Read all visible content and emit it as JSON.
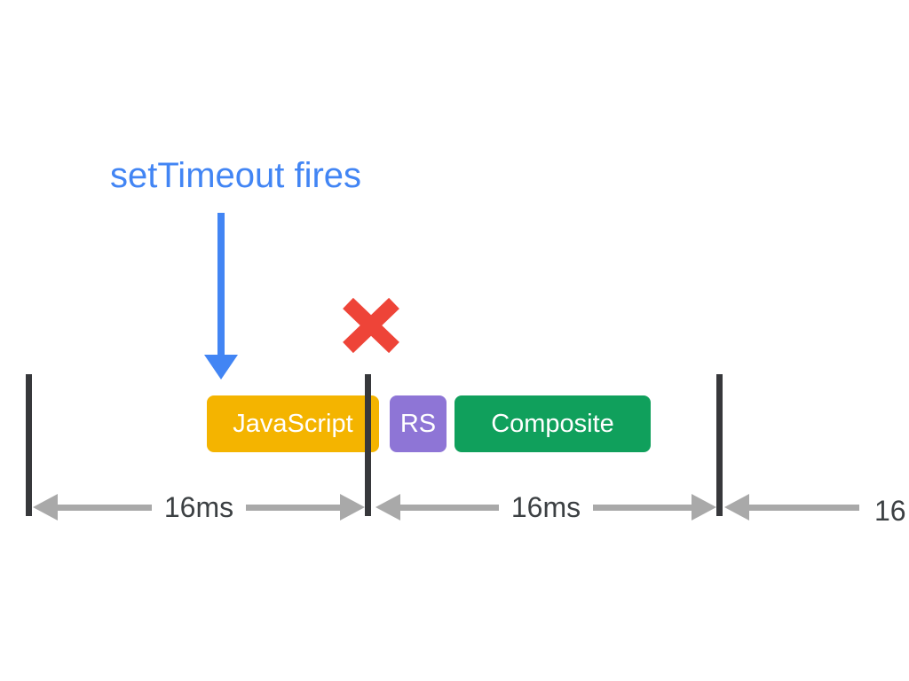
{
  "annotation": {
    "text": "setTimeout fires",
    "color": "#4285F4"
  },
  "marks": {
    "arrow_color": "#4285F4",
    "x_color": "#EE4438"
  },
  "frame_bars": [
    {
      "label": "JavaScript",
      "color": "#F4B400"
    },
    {
      "label": "RS",
      "color": "#8E75D6"
    },
    {
      "label": "Composite",
      "color": "#10A05C"
    }
  ],
  "timeline": {
    "tick_color": "#37383B",
    "arrow_color": "#A9A9A9",
    "label_color": "#3C4043",
    "measurements": [
      {
        "label": "16ms"
      },
      {
        "label": "16ms"
      },
      {
        "label": "16"
      }
    ]
  }
}
